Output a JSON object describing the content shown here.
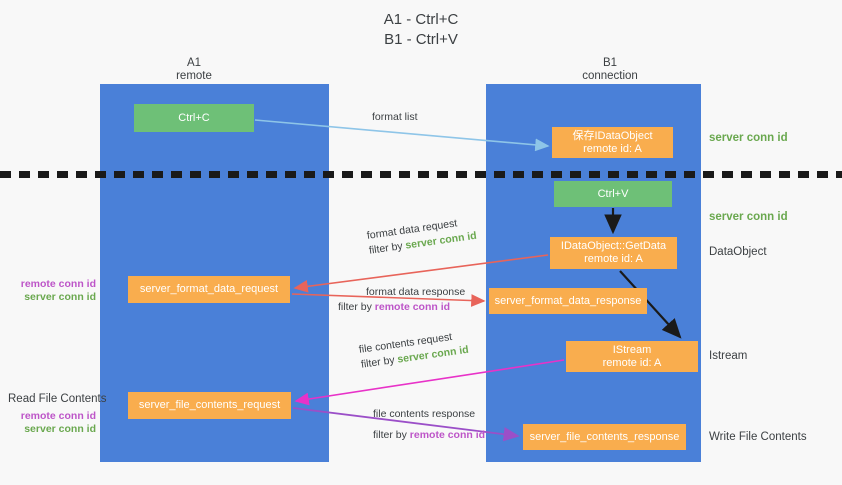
{
  "title": "A1 - Ctrl+C\nB1 - Ctrl+V",
  "columns": {
    "left": "A1\nremote",
    "right": "B1\nconnection"
  },
  "colors": {
    "lane": "#4a80d8",
    "green_box": "#6ec077",
    "orange_box": "#f9ad4e",
    "server_conn_id": "#6aa84f",
    "remote_conn_id": "#bd55c8",
    "arrow_blue": "#8ec5e8",
    "arrow_red": "#e8645a",
    "arrow_magenta": "#e832c8",
    "arrow_purple": "#9b4fc8",
    "arrow_black": "#1a1a1a"
  },
  "boxes": {
    "ctrl_c": "Ctrl+C",
    "idataobject": "保存IDataObject\nremote id: A",
    "ctrl_v": "Ctrl+V",
    "getdata": "IDataObject::GetData\nremote id: A",
    "server_format_data_request": "server_format_data_request",
    "server_format_data_response": "server_format_data_response",
    "istream": "IStream\nremote id: A",
    "server_file_contents_request": "server_file_contents_request",
    "server_file_contents_response": "server_file_contents_response"
  },
  "edge_labels": {
    "format_list": "format list",
    "format_data_request": "format data request",
    "format_data_request_filter_prefix": "filter by ",
    "format_data_request_filter_value": "server conn id",
    "format_data_response": "format data response",
    "format_data_response_filter_prefix": "filter by ",
    "format_data_response_filter_value": "remote conn id",
    "file_contents_request": "file contents request",
    "file_contents_request_filter_prefix": "filter by ",
    "file_contents_request_filter_value": "server conn id",
    "file_contents_response": "file contents response",
    "file_contents_response_filter_prefix": "filter by ",
    "file_contents_response_filter_value": "remote conn id"
  },
  "side_labels": {
    "server_conn_id_top": "server conn id",
    "server_conn_id_mid": "server conn id",
    "dataobject": "DataObject",
    "istream": "Istream",
    "write_file_contents": "Write File Contents"
  },
  "left_labels": {
    "remote_conn_id_1": "remote conn id",
    "server_conn_id_1": "server conn id",
    "read_file_contents": "Read File Contents",
    "remote_conn_id_2": "remote conn id",
    "server_conn_id_2": "server conn id"
  }
}
